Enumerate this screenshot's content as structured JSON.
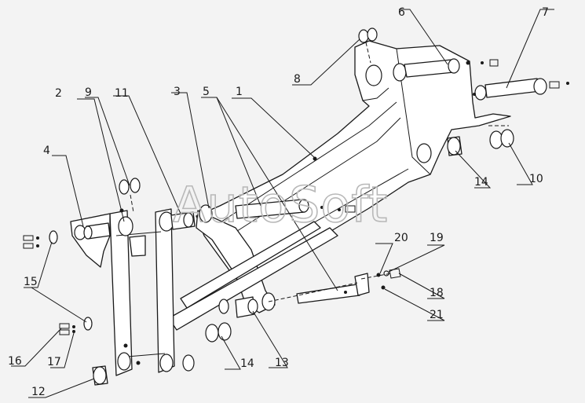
{
  "watermark": "AutoSoft",
  "labels": {
    "l1": "1",
    "l2": "2",
    "l3": "3",
    "l4": "4",
    "l5": "5",
    "l6": "6",
    "l7": "7",
    "l8": "8",
    "l9": "9",
    "l10": "10",
    "l11": "11",
    "l12": "12",
    "l13": "13",
    "l14a": "14",
    "l14b": "14",
    "l15": "15",
    "l16": "16",
    "l17": "17",
    "l18": "18",
    "l19": "19",
    "l20": "20",
    "l21": "21"
  },
  "colors": {
    "line": "#1a1a1a",
    "background": "#f3f3f3",
    "watermark": "#b8b8b8"
  }
}
